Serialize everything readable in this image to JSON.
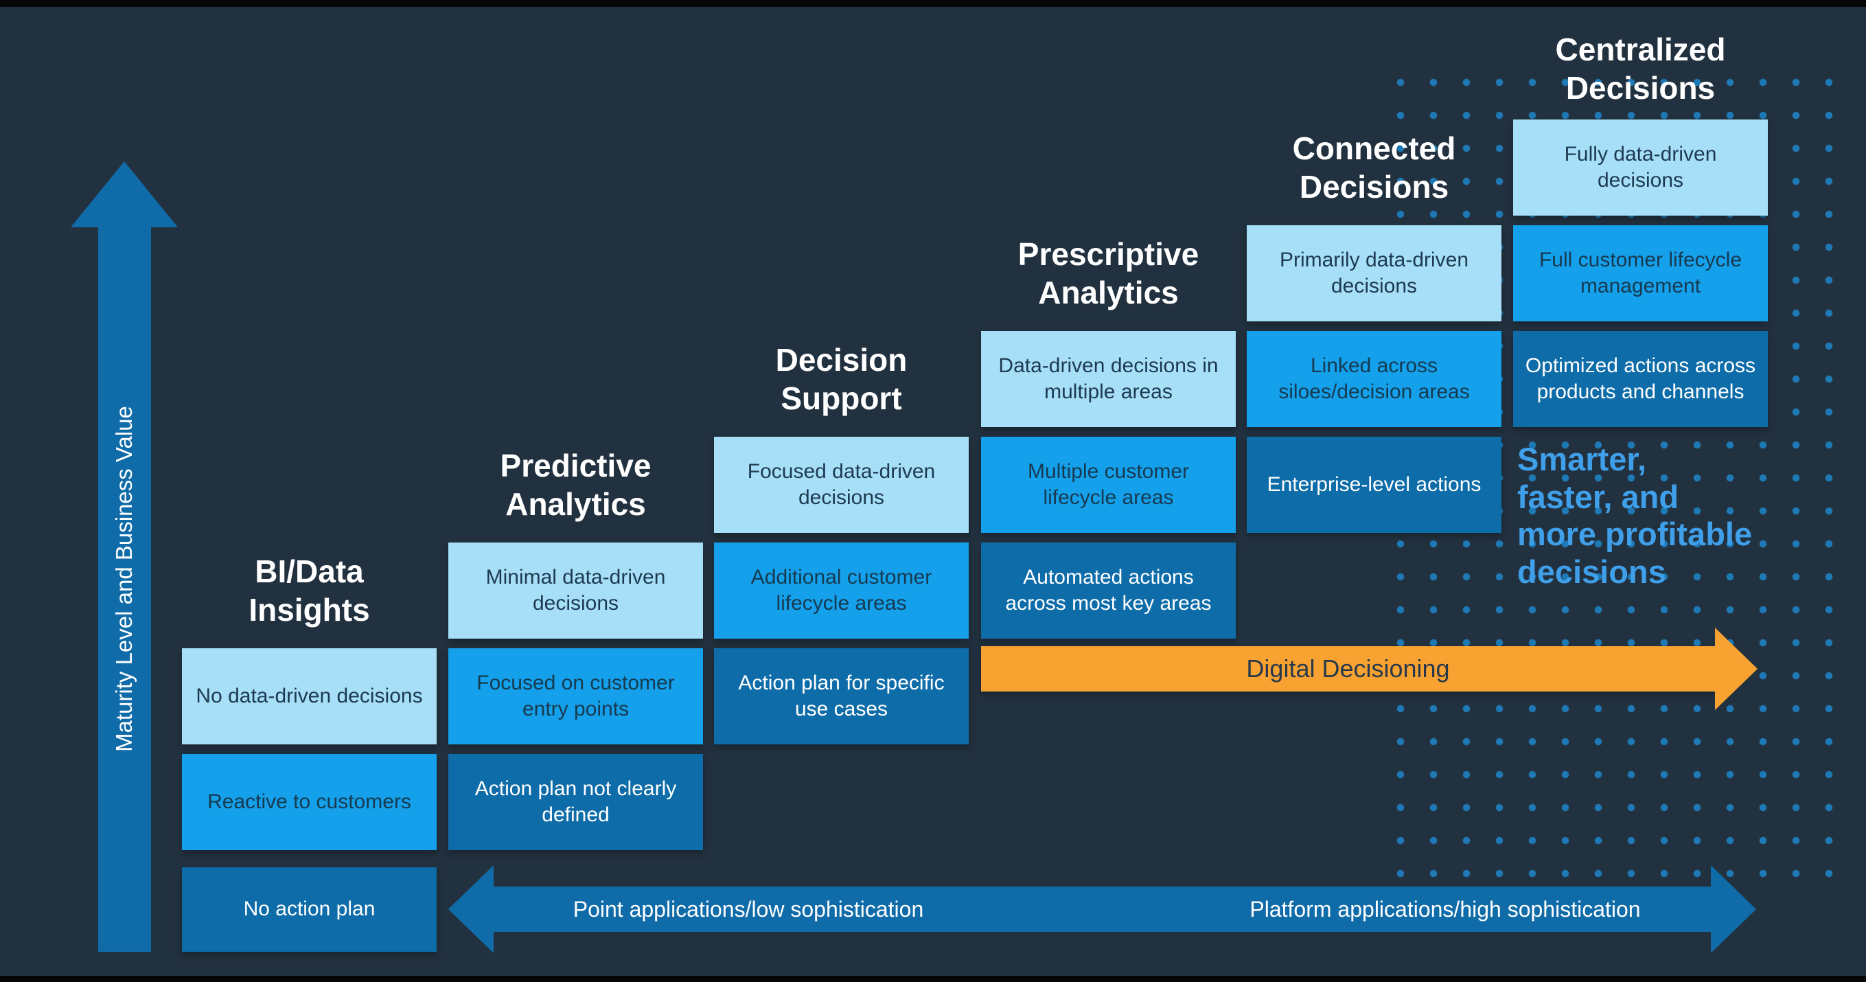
{
  "colors": {
    "background": "#22313f",
    "box_light": "#a6dff7",
    "box_medium": "#14a0ea",
    "box_dark": "#0e6ca9",
    "arrow_blue": "#0f6ca8",
    "accent_orange": "#f7a231",
    "callout_blue": "#3f9fe9",
    "dot_blue": "#1e7ab6",
    "text_on_light": "#1d3a52",
    "text_on_dark": "#ffffff"
  },
  "y_axis": {
    "label": "Maturity Level and Business Value"
  },
  "x_axis": {
    "left_label": "Point applications/low sophistication",
    "right_label": "Platform applications/high sophistication"
  },
  "digital_decisioning_arrow": {
    "label": "Digital Decisioning"
  },
  "callout": {
    "lines": [
      "Smarter,",
      "faster, and",
      "more profitable",
      "decisions"
    ]
  },
  "stages": [
    {
      "title_lines": [
        "BI/Data",
        "Insights"
      ],
      "boxes": [
        "No data-driven decisions",
        "Reactive to customers",
        "No action plan"
      ]
    },
    {
      "title_lines": [
        "Predictive",
        "Analytics"
      ],
      "boxes": [
        "Minimal data-driven decisions",
        "Focused on customer entry points",
        "Action plan not clearly defined"
      ]
    },
    {
      "title_lines": [
        "Decision",
        "Support"
      ],
      "boxes": [
        "Focused data-driven decisions",
        "Additional customer lifecycle areas",
        "Action plan for specific use cases"
      ]
    },
    {
      "title_lines": [
        "Prescriptive",
        "Analytics"
      ],
      "boxes": [
        "Data-driven decisions in multiple areas",
        "Multiple customer lifecycle areas",
        "Automated actions across most key areas"
      ]
    },
    {
      "title_lines": [
        "Connected",
        "Decisions"
      ],
      "boxes": [
        "Primarily data-driven decisions",
        "Linked across siloes/decision areas",
        "Enterprise-level actions"
      ]
    },
    {
      "title_lines": [
        "Centralized",
        "Decisions"
      ],
      "boxes": [
        "Fully data-driven decisions",
        "Full customer lifecycle management",
        "Optimized actions across products and channels"
      ]
    }
  ]
}
